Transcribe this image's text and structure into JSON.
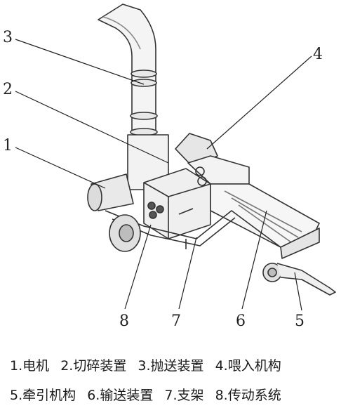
{
  "callouts": [
    {
      "id": "1",
      "label": "1"
    },
    {
      "id": "2",
      "label": "2"
    },
    {
      "id": "3",
      "label": "3"
    },
    {
      "id": "4",
      "label": "4"
    },
    {
      "id": "5",
      "label": "5"
    },
    {
      "id": "6",
      "label": "6"
    },
    {
      "id": "7",
      "label": "7"
    },
    {
      "id": "8",
      "label": "8"
    }
  ],
  "legend": {
    "row1": [
      "1.电机",
      "2.切碎装置",
      "3.抛送装置",
      "4.喂入机构"
    ],
    "row2": [
      "5.牵引机构",
      "6.输送装置",
      "7.支架",
      "8.传动系统"
    ]
  }
}
